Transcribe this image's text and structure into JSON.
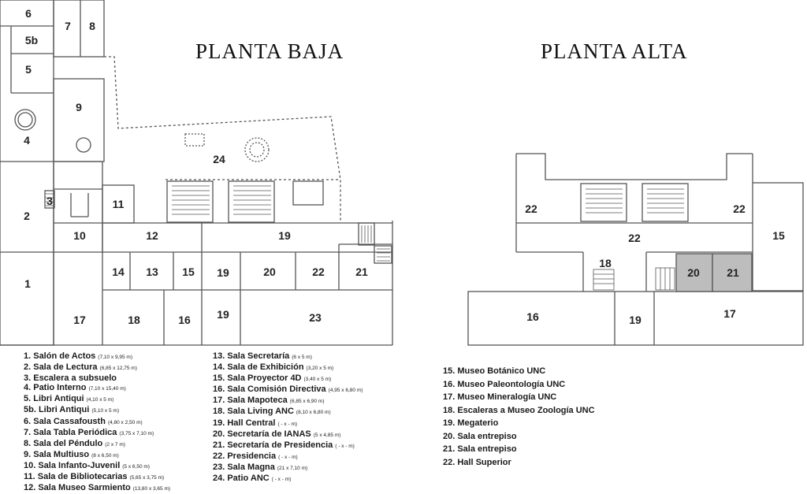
{
  "headings": {
    "ground_floor": "PLANTA BAJA",
    "upper_floor": "PLANTA ALTA"
  },
  "ground_room_labels": [
    "6",
    "7",
    "8",
    "5b",
    "5",
    "9",
    "4",
    "24",
    "3",
    "11",
    "2",
    "10",
    "12",
    "19",
    "1",
    "14",
    "13",
    "15",
    "19",
    "20",
    "22",
    "21",
    "17",
    "18",
    "16",
    "19",
    "23"
  ],
  "upper_room_labels": [
    "22",
    "22",
    "15",
    "22",
    "18",
    "20",
    "21",
    "16",
    "19",
    "17"
  ],
  "legend_ground_left": [
    {
      "name": "1. Salón de Actos",
      "dim": "(7,10 x 9,95 m)"
    },
    {
      "name": "2. Sala de Lectura",
      "dim": "(6,85 x 12,75 m)"
    },
    {
      "name": "3. Escalera a subsuelo",
      "dim": ""
    },
    {
      "name": "4. Patio Interno",
      "dim": "(7,10 x 15,40 m)"
    },
    {
      "name": "5. Libri Antiqui",
      "dim": "(4,10 x 5 m)"
    },
    {
      "name": "5b. Libri Antiqui",
      "dim": "(5,10 x 5 m)"
    },
    {
      "name": "6. Sala Cassafousth",
      "dim": "(4,80 x 2,50 m)"
    },
    {
      "name": "7. Sala Tabla Periódica",
      "dim": "(3,75 x 7,10 m)"
    },
    {
      "name": "8. Sala del Péndulo",
      "dim": "(2 x 7 m)"
    },
    {
      "name": "9. Sala Multiuso",
      "dim": "(8 x 6,50 m)"
    },
    {
      "name": "10. Sala Infanto-Juvenil",
      "dim": "(5 x 6,50 m)"
    },
    {
      "name": "11. Sala de Bibliotecarias",
      "dim": "(5,65 x 3,75 m)"
    },
    {
      "name": "12. Sala Museo Sarmiento",
      "dim": "(13,80 x 3,65 m)"
    }
  ],
  "legend_ground_right": [
    {
      "name": "13. Sala Secretaría",
      "dim": "(6 x 5 m)"
    },
    {
      "name": "14. Sala de Exhibición",
      "dim": "(3,20 x 5 m)"
    },
    {
      "name": "15. Sala Proyector 4D",
      "dim": "(3,40 x 5 m)"
    },
    {
      "name": "16. Sala Comisión Directiva",
      "dim": "(4,95 x 6,80 m)"
    },
    {
      "name": "17. Sala Mapoteca",
      "dim": "(6,85 x 6,90 m)"
    },
    {
      "name": "18. Sala Living ANC",
      "dim": "(8,10 x 6,80 m)"
    },
    {
      "name": "19. Hall Central",
      "dim": "( - x - m)"
    },
    {
      "name": "20. Secretaría de IANAS",
      "dim": "(5 x 4,85 m)"
    },
    {
      "name": "21. Secretaría de Presidencia",
      "dim": "( - x - m)"
    },
    {
      "name": "22. Presidencia",
      "dim": "( - x - m)"
    },
    {
      "name": "23. Sala Magna",
      "dim": "(21 x 7,10 m)"
    },
    {
      "name": "24. Patio ANC",
      "dim": "( - x - m)"
    }
  ],
  "legend_upper": [
    "15. Museo Botánico UNC",
    "16. Museo Paleontología UNC",
    "17. Museo Mineralogía UNC",
    "18. Escaleras a Museo Zoología UNC",
    "19. Megaterio",
    "20. Sala entrepiso",
    "21. Sala entrepiso",
    "22. Hall Superior"
  ],
  "colors": {
    "wall": "#555555",
    "highlight_room": "#bdbdbd"
  }
}
